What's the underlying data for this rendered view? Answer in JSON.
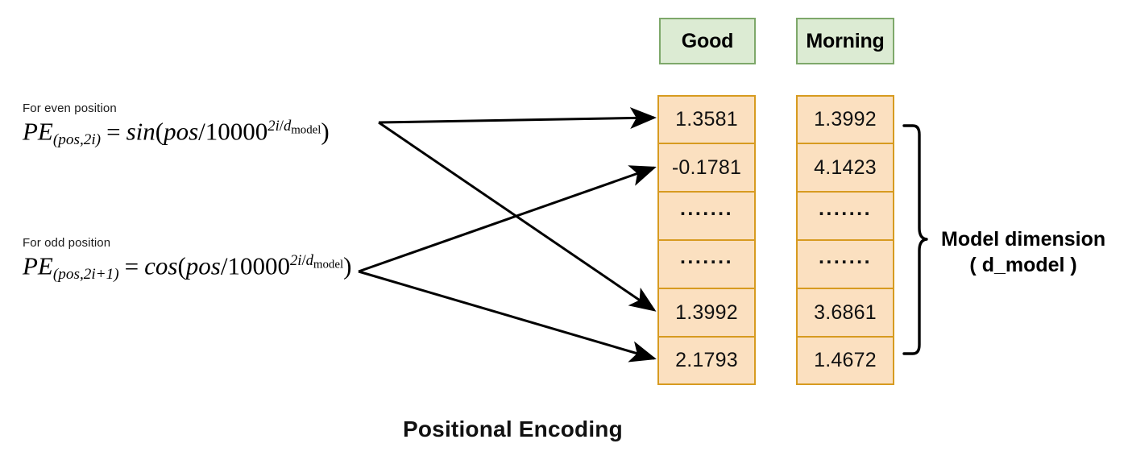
{
  "diagram": {
    "caption": "Positional Encoding",
    "formulas": [
      {
        "caption": "For even position",
        "lhs_pe": "PE",
        "lhs_sub": "(pos,2i)",
        "eq": "=",
        "fn": "sin",
        "open": "(",
        "arg_pos": "pos",
        "slash": "/",
        "base": "10000",
        "exp_num": "2i",
        "exp_slash": "/",
        "exp_d": "d",
        "exp_d_sub": "model",
        "close": ")"
      },
      {
        "caption": "For odd position",
        "lhs_pe": "PE",
        "lhs_sub": "(pos,2i+1)",
        "eq": "=",
        "fn": "cos",
        "open": "(",
        "arg_pos": "pos",
        "slash": "/",
        "base": "10000",
        "exp_num": "2i",
        "exp_slash": "/",
        "exp_d": "d",
        "exp_d_sub": "model",
        "close": ")"
      }
    ],
    "columns": [
      {
        "token": "Good",
        "values": [
          "1.3581",
          "-0.1781",
          ".......",
          ".......",
          "1.3992",
          "2.1793"
        ]
      },
      {
        "token": "Morning",
        "values": [
          "1.3992",
          "4.1423",
          ".......",
          ".......",
          "3.6861",
          "1.4672"
        ]
      }
    ],
    "dimension_label": {
      "line1": "Model dimension",
      "line2": "( d_model )"
    },
    "colors": {
      "token_fill": "#dcebd3",
      "token_border": "#7ea86a",
      "cell_fill": "#fbe0c0",
      "cell_border": "#d79b20",
      "arrow": "#000000",
      "text": "#111111",
      "background": "#ffffff"
    }
  }
}
